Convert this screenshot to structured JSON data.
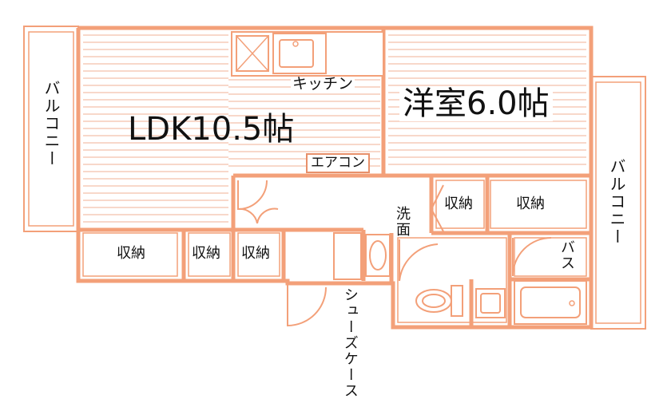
{
  "rooms": {
    "ldk": "LDK10.5帖",
    "western": "洋室6.0帖",
    "kitchen": "キッチン",
    "aircon": "エアコン",
    "balcony_left": "バルコニー",
    "balcony_right": "バルコニー",
    "storage_1": "収納",
    "storage_2": "収納",
    "storage_3": "収納",
    "storage_4": "収納",
    "storage_5": "収納",
    "washroom": "洗面",
    "bath": "バス",
    "shoe_case": "シューズケース"
  },
  "colors": {
    "wall": "#f3a079",
    "wall_dark": "#e07c58",
    "floor_line": "#f0b295"
  }
}
